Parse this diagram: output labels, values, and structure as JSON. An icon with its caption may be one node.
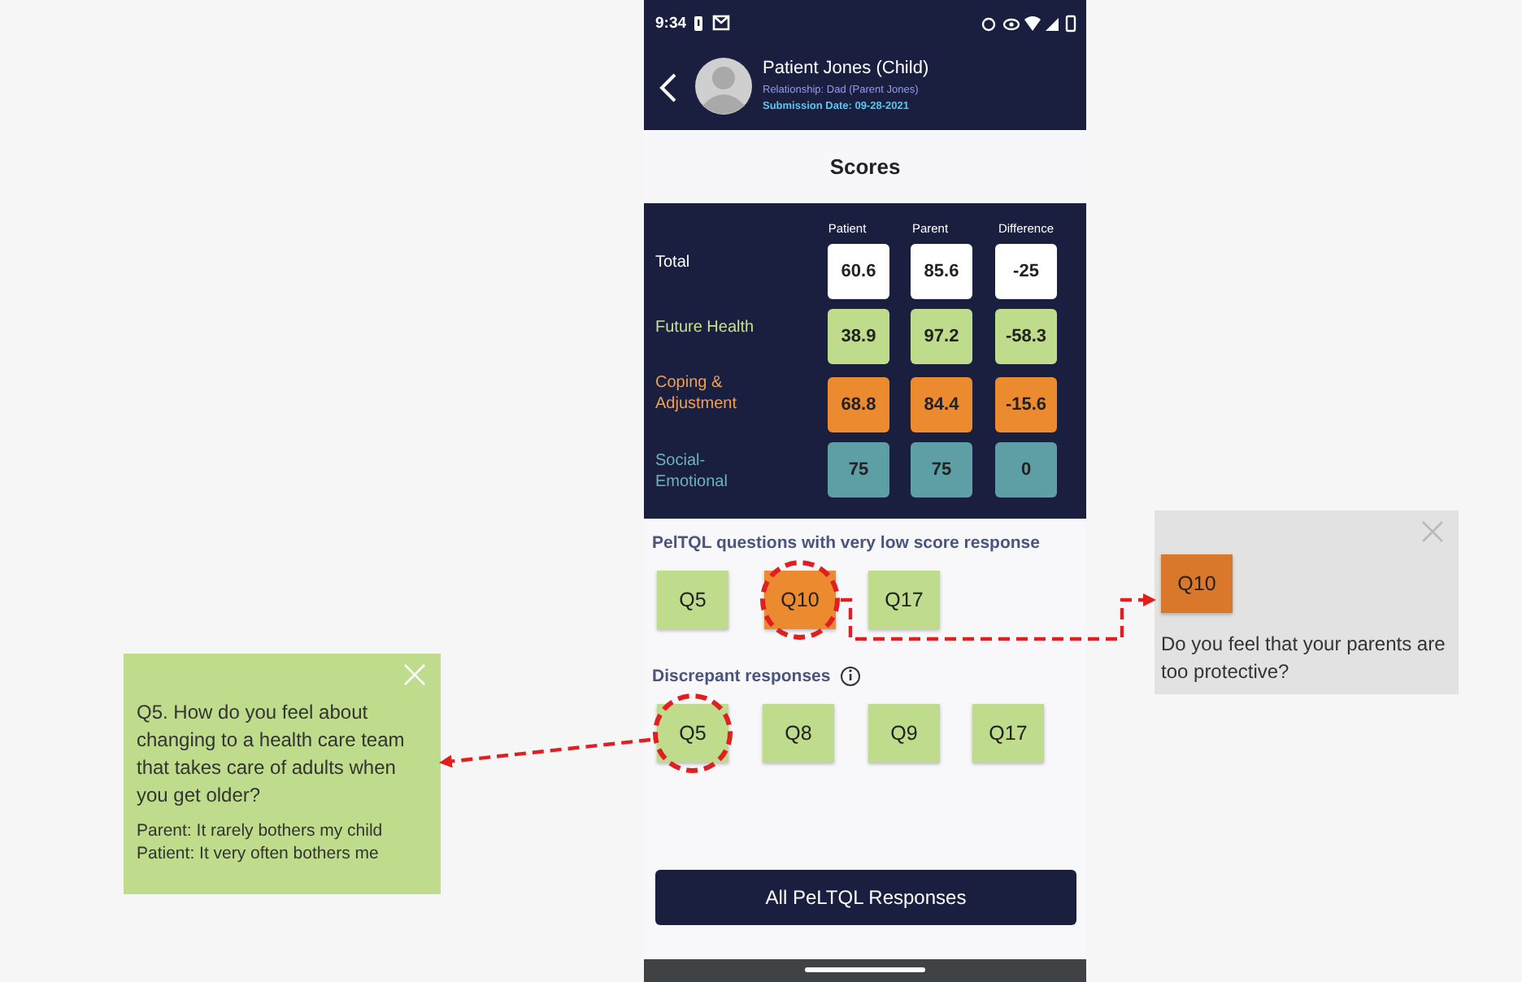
{
  "diagram": {
    "nodes": [
      {
        "text": [
          "Q5"
        ]
      },
      {
        "text": [
          "Q10"
        ]
      },
      {
        "text": [
          "Q17"
        ]
      },
      {
        "text": [
          "Q5"
        ]
      },
      {
        "text": [
          "Q8"
        ]
      },
      {
        "text": [
          "Q9"
        ]
      },
      {
        "text": [
          "Q17"
        ]
      },
      {
        "text": [
          "Do you feel that your parents are too protective?"
        ]
      },
      {
        "text": [
          "Q10"
        ],
        "in": 7
      },
      {
        "text": [
          "Q5. How do you feel about changing to a health care team that takes care of adults when you get older?",
          "Parent: It rarely bothers my child",
          "Patient: It very often bothers me"
        ]
      },
      {
        "text": [
          "All PeLTQL Responses"
        ]
      }
    ],
    "edges": [
      {
        "from": 1,
        "to": 7,
        "arrow": "to",
        "style": "dashed"
      },
      {
        "from": 3,
        "to": 9,
        "arrow": "to",
        "style": "dashed"
      }
    ],
    "labels": [
      "9:34",
      "Patient Jones (Child)",
      "Relationship: Dad (Parent Jones)",
      "Submission Date: 09-28-2021",
      "Scores",
      "Patient",
      "Parent",
      "Difference",
      "Total",
      "60.6",
      "85.6",
      "-25",
      "Future Health",
      "38.9",
      "97.2",
      "-58.3",
      "Coping & Adjustment",
      "68.8",
      "84.4",
      "-15.6",
      "Social-Emotional",
      "75",
      "75",
      "0",
      "PelTQL questions with very low score response",
      "Discrepant responses"
    ]
  }
}
